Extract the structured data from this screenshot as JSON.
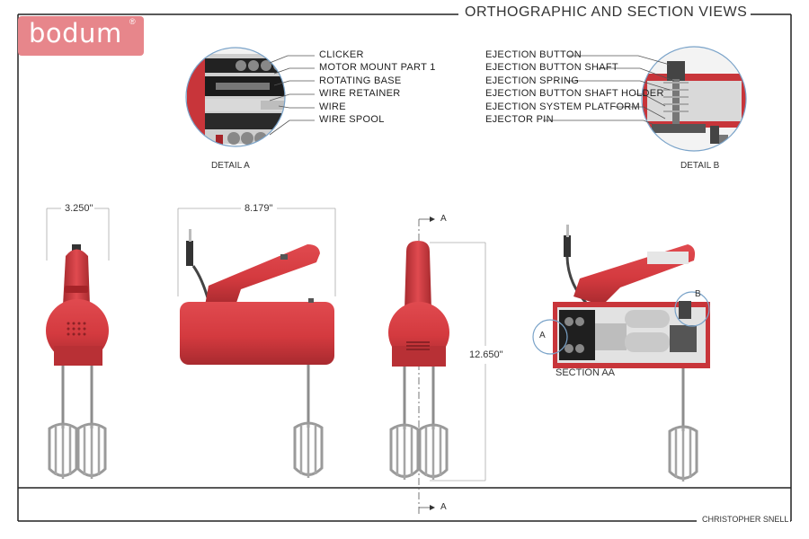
{
  "brand": {
    "name": "bodum",
    "mark": "®",
    "color": "#e7868b"
  },
  "title": "ORTHOGRAPHIC AND SECTION VIEWS",
  "detail_a": {
    "caption": "DETAIL A",
    "labels": [
      "CLICKER",
      "MOTOR MOUNT PART 1",
      "ROTATING BASE",
      "WIRE RETAINER",
      "WIRE",
      "WIRE SPOOL"
    ]
  },
  "detail_b": {
    "caption": "DETAIL B",
    "labels": [
      "EJECTION BUTTON",
      "EJECTION BUTTON SHAFT",
      "EJECTION SPRING",
      "EJECTION BUTTON SHAFT HOLDER",
      "EJECTION SYSTEM PLATFORM",
      "EJECTOR PIN"
    ]
  },
  "dimensions": {
    "width": "3.250\"",
    "length": "8.179\"",
    "height": "12.650\""
  },
  "section_markers": {
    "a": "A"
  },
  "section": {
    "caption": "SECTION AA",
    "marker_a": "A",
    "marker_b": "B"
  },
  "author": "CHRISTOPHER SNELL",
  "colors": {
    "body_red": "#d43a3f",
    "dark_red": "#a52328",
    "beater": "#9a9a9a"
  }
}
